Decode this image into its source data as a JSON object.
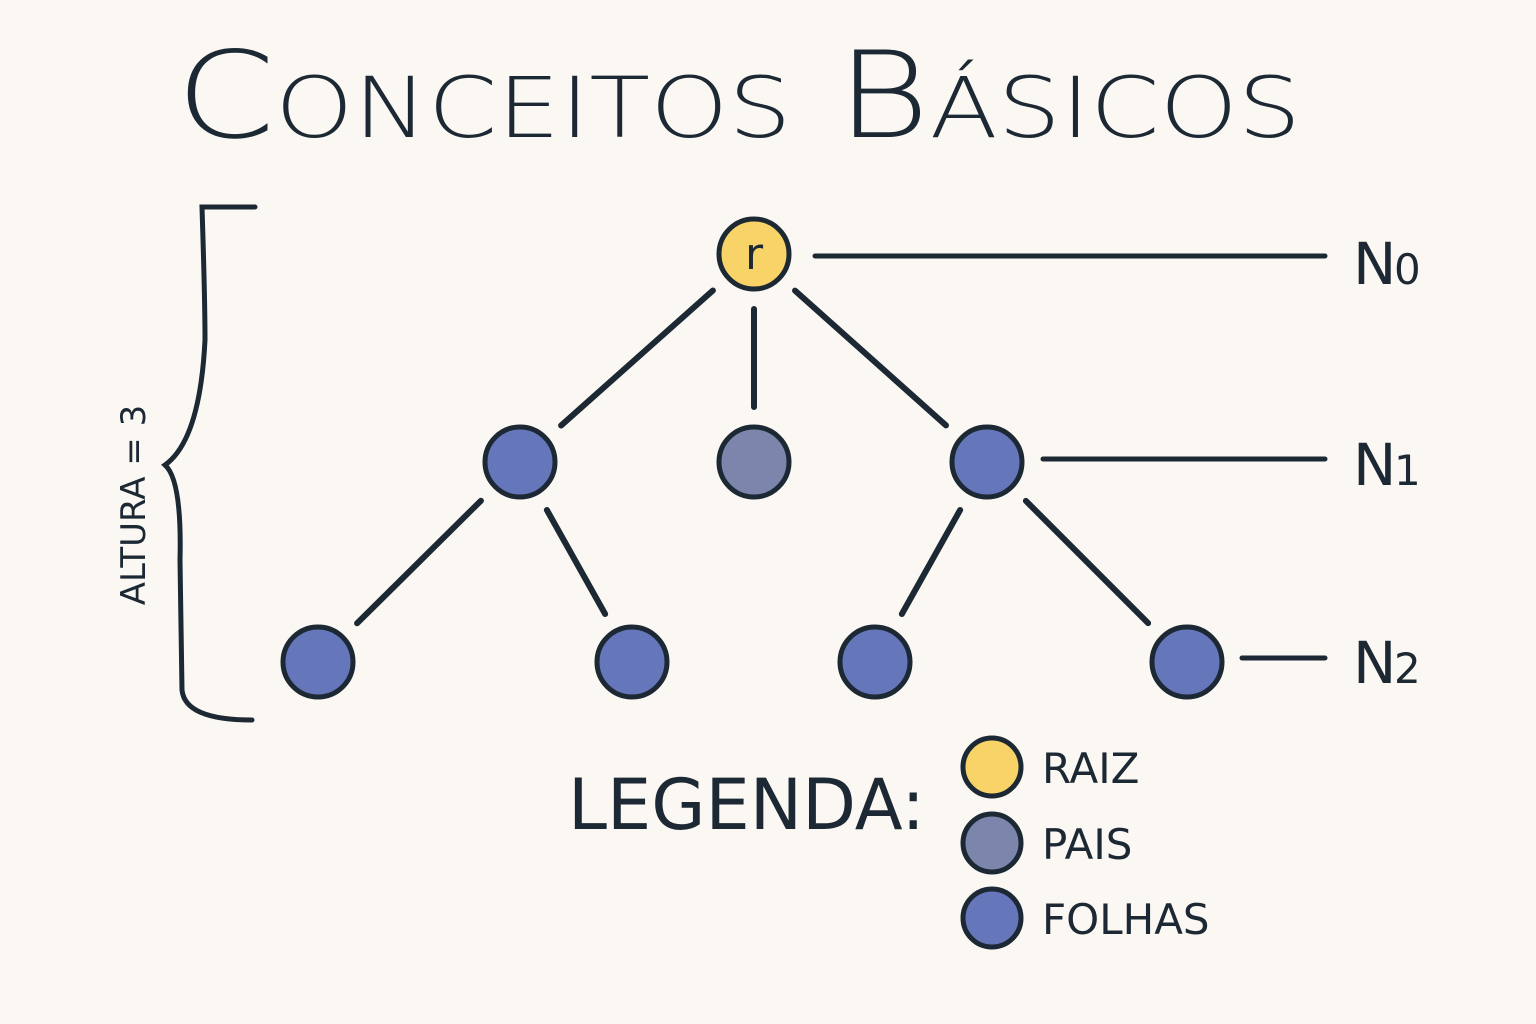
{
  "title": "Conceitos Básicos",
  "height_label": "ALTURA = 3",
  "tree": {
    "root": {
      "label": "r",
      "type": "raiz"
    },
    "level1": [
      {
        "type": "folha"
      },
      {
        "type": "pai"
      },
      {
        "type": "folha"
      }
    ],
    "level2": [
      {
        "type": "folha"
      },
      {
        "type": "folha"
      },
      {
        "type": "folha"
      },
      {
        "type": "folha"
      }
    ]
  },
  "levels": [
    {
      "letter": "N",
      "index": "0"
    },
    {
      "letter": "N",
      "index": "1"
    },
    {
      "letter": "N",
      "index": "2"
    }
  ],
  "legend": {
    "title": "LEGENDA:",
    "items": [
      {
        "label": "RAIZ",
        "type": "raiz"
      },
      {
        "label": "PAIS",
        "type": "pai"
      },
      {
        "label": "FOLHAS",
        "type": "folha"
      }
    ]
  },
  "colors": {
    "raiz": "#F8D468",
    "pai": "#7C86AC",
    "folha": "#6676BB",
    "ink": "#1C2833",
    "background": "#FBF8F3"
  }
}
